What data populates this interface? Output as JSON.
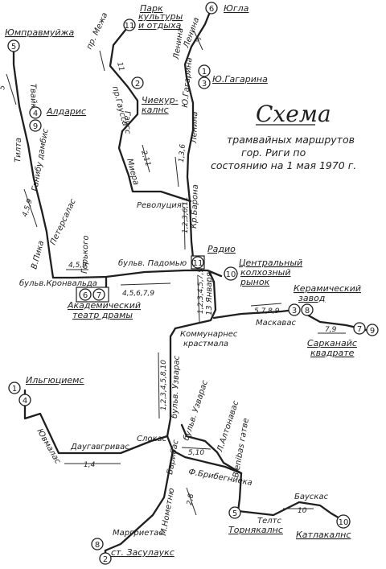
{
  "title": {
    "main": "Схема",
    "line1": "трамвайных маршрутов",
    "line2": "гор. Риги по",
    "line3": "состоянию на 1 мая 1970 г."
  },
  "terminals": {
    "t5_jumprava": "5",
    "t11_park": "11",
    "t6_jugla": "6",
    "t1_gagarina": "1",
    "t3_gagarina": "3",
    "t4_aldaris": "4",
    "t9_aldaris": "9",
    "t2_chiekurkalns": "2",
    "t11_radio": "11",
    "t10_market": "10",
    "t6_theatre": "6",
    "t7_theatre": "7",
    "t3_ceramic": "3",
    "t8_ceramic": "8",
    "t7_sarkanaja": "7",
    "t9_sarkanaja": "9",
    "t1_ilguciems": "1",
    "t4_ilguciems": "4",
    "t5_tornakalns": "5",
    "t10_katlakalns": "10",
    "t8_zasulauks": "8",
    "t2_zasulauks": "2"
  },
  "stops": {
    "jumprava": "Юмправмуйжа",
    "park": "Парк культуры и отдыха",
    "jugla": "Югла",
    "gagarina": "Ю.Гагарина",
    "aldaris": "Алдарис",
    "chiekurkalns": "Чиекуркалнс",
    "radio": "Радио",
    "market": "Центральный колхозный рынок",
    "theatre": "Академический театр драмы",
    "ceramic": "Керамический завод",
    "sarkanaja": "Сарканайс квадрате",
    "ilguciems": "Ильгюциемс",
    "tornakalns": "Торнякалнс",
    "katlakalns": "Катлакалнс",
    "zasulauks": "ст. Засулаукс"
  },
  "streets": {
    "tilta": "Тилта",
    "tvaika": "Твайка",
    "ganibu_dambis": "Ганибу дамбис",
    "petersalas": "Петерсалас",
    "vpika": "В.Пика",
    "kronvalda": "бульв.Кронвальда",
    "gorkogo": "Горького",
    "padomju": "бульв. Падомью",
    "mezha": "пр. Межа",
    "ganibu_pr": "пр.Гаусса",
    "gausa": "Гаусс",
    "miera": "Миера",
    "revolucijas": "Револуцияс",
    "kr_barona": "Кр.Барона",
    "lenina1": "Ленина",
    "lenina2": "Ленина",
    "lenina3": "Ленина",
    "ju_gagarina_st": "Ю.Гагарина",
    "janvara13": "13 Января",
    "komunaru": "Коммунарнес крастмала",
    "maskavas": "Маскавас",
    "uzvaras": "бульв. Узварас",
    "slokas": "Слокас",
    "daugavgrivas": "Даугавгривас",
    "jurmalas": "Ювмалас",
    "uzvaras2": "бульв. Узварас",
    "altonavas": "Л.Алтонавас",
    "bariba": "Барибас",
    "m_nometnu": "М.Нометню",
    "margrietas": "Маргриетас",
    "bribegnieka": "Ф.Брибегниека",
    "vienibas": "Вienibas гатве",
    "telts": "Телтс",
    "bauskas": "Баускас"
  },
  "routes": {
    "r5": "5",
    "r459": "4,5,9",
    "r459b": "4,5,9",
    "r11": "11",
    "r211": "2,11",
    "r6": "6",
    "r136": "1,3,6",
    "r123611": "1,2,3,6,11",
    "r45679": "4,5,6,7,9",
    "r1234579": "1,2,3,4,5,7,9,10",
    "r5789": "5,7,8,9",
    "r79": "7,9",
    "r12345810": "1,2,3,4,5,8,10",
    "r14": "1,4",
    "r510": "5,10",
    "r28": "2,8",
    "r10": "10"
  }
}
